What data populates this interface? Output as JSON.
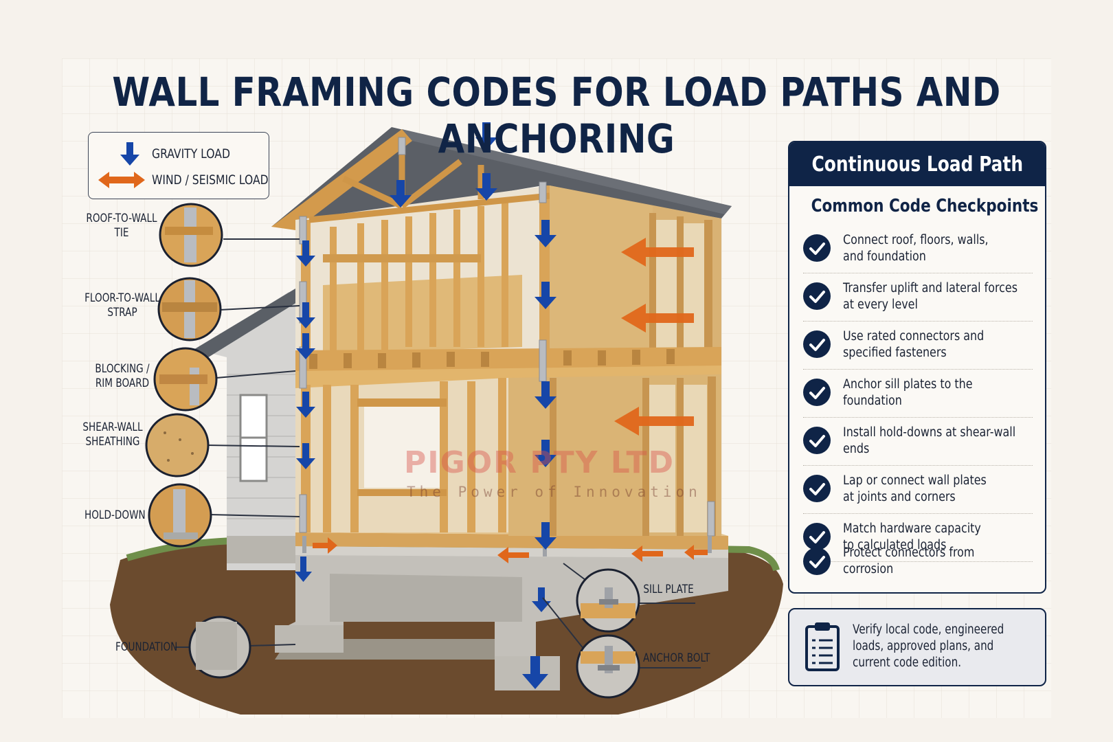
{
  "title": "WALL FRAMING CODES FOR LOAD PATHS AND ANCHORING",
  "legend": {
    "gravity_label": "GRAVITY LOAD",
    "lateral_label": "WIND / SEISMIC LOAD",
    "gravity_icon": "blue-down-arrow-icon",
    "lateral_icon": "orange-double-arrow-icon",
    "gravity_color": "#1646a8",
    "lateral_color": "#e0671b"
  },
  "callouts": {
    "roof_to_wall": [
      "ROOF-TO-WALL",
      "TIE"
    ],
    "floor_to_wall": [
      "FLOOR-TO-WALL",
      "STRAP"
    ],
    "blocking": [
      "BLOCKING /",
      "RIM BOARD"
    ],
    "shear_wall": [
      "SHEAR-WALL",
      "SHEATHING"
    ],
    "hold_down": [
      "HOLD-DOWN"
    ],
    "foundation": [
      "FOUNDATION"
    ],
    "sill_plate": [
      "SILL PLATE"
    ],
    "anchor_bolt": [
      "ANCHOR BOLT"
    ]
  },
  "panel": {
    "header": "Continuous Load Path",
    "subtitle": "Common Code Checkpoints",
    "items": [
      "Connect roof, floors, walls,\nand foundation",
      "Transfer uplift and lateral forces\nat every level",
      "Use rated connectors and\nspecified fasteners",
      "Anchor sill plates to the foundation",
      "Install hold-downs at shear-wall ends",
      "Lap or connect wall plates\nat joints and corners",
      "Match hardware capacity\nto calculated loads",
      "Protect connectors from corrosion"
    ],
    "check_icon": "checkmark-icon",
    "accent": "#0f2447"
  },
  "note": {
    "text": "Verify local code, engineered\nloads, approved plans, and\ncurrent code edition.",
    "icon": "clipboard-checklist-icon"
  },
  "watermark": {
    "name": "PIGOR PTY LTD",
    "tagline": "The Power of Innovation"
  }
}
